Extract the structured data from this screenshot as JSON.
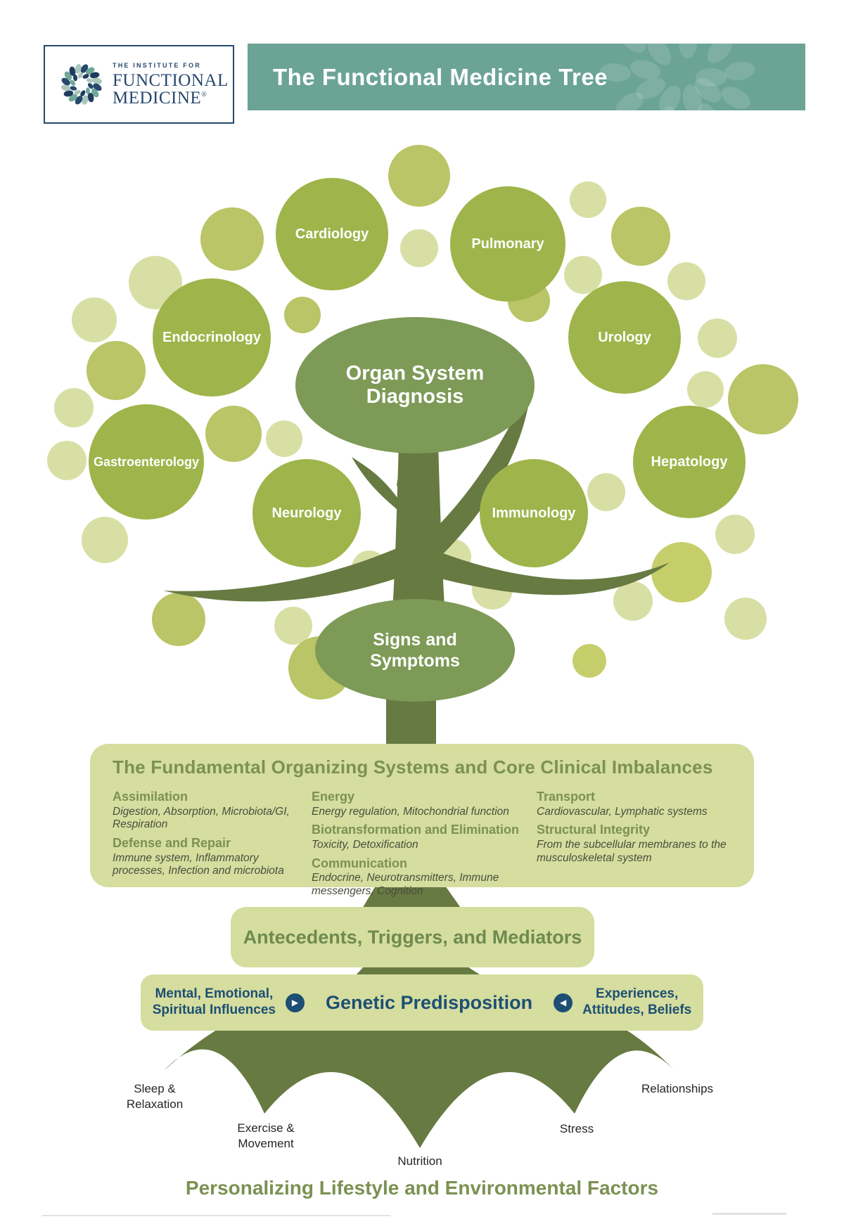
{
  "header": {
    "logo_line1": "THE INSTITUTE FOR",
    "logo_line2": "FUNCTIONAL",
    "logo_line3": "MEDICINE",
    "logo_reg": "®",
    "banner_title": "The Functional Medicine Tree"
  },
  "canopy": {
    "organ_ellipse_line1": "Organ System",
    "organ_ellipse_line2": "Diagnosis",
    "circle_labels": [
      "Cardiology",
      "Pulmonary",
      "Endocrinology",
      "Urology",
      "Gastroenterology",
      "Hepatology",
      "Neurology",
      "Immunology"
    ],
    "decor": [
      [
        596,
        250,
        44,
        "m"
      ],
      [
        330,
        340,
        45,
        "m"
      ],
      [
        911,
        336,
        42,
        "m"
      ],
      [
        836,
        284,
        26,
        "p"
      ],
      [
        596,
        353,
        27,
        "p"
      ],
      [
        221,
        402,
        38,
        "p"
      ],
      [
        134,
        455,
        32,
        "p"
      ],
      [
        165,
        527,
        42,
        "m"
      ],
      [
        105,
        580,
        28,
        "p"
      ],
      [
        95,
        655,
        28,
        "p"
      ],
      [
        976,
        400,
        27,
        "p"
      ],
      [
        1020,
        481,
        28,
        "p"
      ],
      [
        1003,
        554,
        26,
        "p"
      ],
      [
        1085,
        568,
        50,
        "m"
      ],
      [
        332,
        617,
        40,
        "m"
      ],
      [
        404,
        624,
        26,
        "p"
      ],
      [
        149,
        768,
        33,
        "p"
      ],
      [
        254,
        881,
        38,
        "m"
      ],
      [
        430,
        448,
        26,
        "m"
      ],
      [
        752,
        428,
        30,
        "m"
      ],
      [
        829,
        391,
        27,
        "p"
      ],
      [
        969,
        814,
        43,
        "y"
      ],
      [
        1045,
        760,
        28,
        "p"
      ],
      [
        1060,
        880,
        30,
        "p"
      ],
      [
        900,
        855,
        28,
        "p"
      ],
      [
        525,
        808,
        25,
        "p"
      ],
      [
        645,
        792,
        25,
        "p"
      ],
      [
        700,
        838,
        29,
        "p"
      ],
      [
        417,
        890,
        27,
        "p"
      ],
      [
        455,
        950,
        45,
        "m"
      ],
      [
        862,
        700,
        27,
        "p"
      ],
      [
        838,
        940,
        24,
        "y"
      ]
    ]
  },
  "trunk": {
    "signs_line1": "Signs and",
    "signs_line2": "Symptoms"
  },
  "imbalances": {
    "title": "The Fundamental Organizing Systems and Core Clinical Imbalances",
    "col1": [
      {
        "head": "Assimilation",
        "desc": "Digestion, Absorption, Microbiota/GI, Respiration"
      },
      {
        "head": "Defense and Repair",
        "desc": "Immune system, Inflammatory processes, Infection and microbiota"
      }
    ],
    "col2": [
      {
        "head": "Energy",
        "desc": "Energy regulation, Mitochondrial function"
      },
      {
        "head": "Biotransformation and Elimination",
        "desc": "Toxicity, Detoxification"
      },
      {
        "head": "Communication",
        "desc": "Endocrine, Neurotransmitters, Immune messengers, Cognition"
      }
    ],
    "col3": [
      {
        "head": "Transport",
        "desc": "Cardiovascular, Lymphatic systems"
      },
      {
        "head": "Structural Integrity",
        "desc": "From the subcellular membranes to the musculoskeletal system"
      }
    ]
  },
  "antecedents": {
    "label": "Antecedents, Triggers, and Mediators"
  },
  "genetic": {
    "left_line1": "Mental, Emotional,",
    "left_line2": "Spiritual Influences",
    "center": "Genetic Predisposition",
    "right_line1": "Experiences,",
    "right_line2": "Attitudes, Beliefs",
    "arrow_right_icon": "▶",
    "arrow_left_icon": "◀"
  },
  "roots": {
    "labels": [
      {
        "line1": "Sleep &",
        "line2": "Relaxation"
      },
      {
        "line1": "Exercise &",
        "line2": "Movement"
      },
      {
        "line1": "Nutrition",
        "line2": ""
      },
      {
        "line1": "Stress",
        "line2": ""
      },
      {
        "line1": "Relationships",
        "line2": ""
      }
    ],
    "footer_title": "Personalizing Lifestyle and Environmental Factors"
  },
  "colors": {
    "banner_teal": "#6BA495",
    "navy": "#27486C",
    "genetic_navy": "#1D4F74",
    "circle_green": "#9FB44A",
    "circle_medium": "#B9C566",
    "circle_pale": "#D8DFA5",
    "circle_yellow": "#C6CE6B",
    "sage_ellipse": "#7D9A57",
    "wood_olive": "#677A41",
    "box_bg": "#D5DD9F",
    "olive_text": "#7C9152"
  }
}
